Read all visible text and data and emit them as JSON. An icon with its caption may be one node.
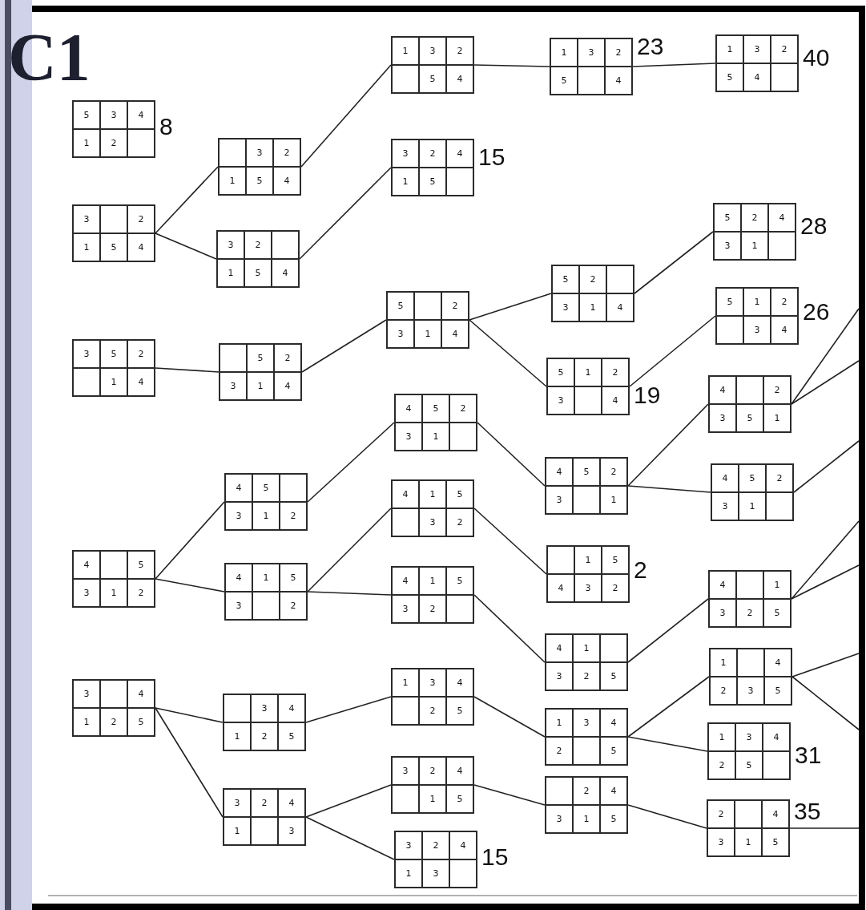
{
  "diagram": {
    "title": "C1",
    "nodes": [
      {
        "text": [],
        "shape": "box",
        "beside": [
          "8"
        ]
      },
      {
        "text": [
          "5"
        ],
        "in": 0
      },
      {
        "text": [
          "3"
        ],
        "in": 0
      },
      {
        "text": [
          "4"
        ],
        "in": 0
      },
      {
        "text": [
          "1"
        ],
        "in": 0
      },
      {
        "text": [
          "2"
        ],
        "in": 0
      },
      {
        "text": [],
        "shape": "box",
        "in": 0
      },
      {
        "text": [],
        "shape": "box"
      },
      {
        "text": [
          "3"
        ],
        "in": 7
      },
      {
        "text": [],
        "shape": "box",
        "in": 7
      },
      {
        "text": [
          "2"
        ],
        "in": 7
      },
      {
        "text": [
          "1"
        ],
        "in": 7
      },
      {
        "text": [
          "5"
        ],
        "in": 7
      },
      {
        "text": [
          "4"
        ],
        "in": 7
      },
      {
        "text": [],
        "shape": "box"
      },
      {
        "text": [
          "3"
        ],
        "in": 14
      },
      {
        "text": [
          "5"
        ],
        "in": 14
      },
      {
        "text": [
          "2"
        ],
        "in": 14
      },
      {
        "text": [],
        "shape": "box",
        "in": 14
      },
      {
        "text": [
          "1"
        ],
        "in": 14
      },
      {
        "text": [
          "4"
        ],
        "in": 14
      },
      {
        "text": [],
        "shape": "box"
      },
      {
        "text": [
          "4"
        ],
        "in": 21
      },
      {
        "text": [],
        "shape": "box",
        "in": 21
      },
      {
        "text": [
          "5"
        ],
        "in": 21
      },
      {
        "text": [
          "3"
        ],
        "in": 21
      },
      {
        "text": [
          "1"
        ],
        "in": 21
      },
      {
        "text": [
          "2"
        ],
        "in": 21
      },
      {
        "text": [],
        "shape": "box"
      },
      {
        "text": [
          "3"
        ],
        "in": 28
      },
      {
        "text": [],
        "shape": "box",
        "in": 28
      },
      {
        "text": [
          "4"
        ],
        "in": 28
      },
      {
        "text": [
          "1"
        ],
        "in": 28
      },
      {
        "text": [
          "2"
        ],
        "in": 28
      },
      {
        "text": [
          "5"
        ],
        "in": 28
      },
      {
        "text": [],
        "shape": "box"
      },
      {
        "text": [],
        "shape": "box",
        "in": 35
      },
      {
        "text": [
          "3"
        ],
        "in": 35
      },
      {
        "text": [
          "2"
        ],
        "in": 35
      },
      {
        "text": [
          "1"
        ],
        "in": 35
      },
      {
        "text": [
          "5"
        ],
        "in": 35
      },
      {
        "text": [
          "4"
        ],
        "in": 35
      },
      {
        "text": [],
        "shape": "box"
      },
      {
        "text": [
          "3"
        ],
        "in": 42
      },
      {
        "text": [
          "2"
        ],
        "in": 42
      },
      {
        "text": [],
        "shape": "box",
        "in": 42
      },
      {
        "text": [
          "1"
        ],
        "in": 42
      },
      {
        "text": [
          "5"
        ],
        "in": 42
      },
      {
        "text": [
          "4"
        ],
        "in": 42
      },
      {
        "text": [],
        "shape": "box"
      },
      {
        "text": [],
        "shape": "box",
        "in": 49
      },
      {
        "text": [
          "5"
        ],
        "in": 49
      },
      {
        "text": [
          "2"
        ],
        "in": 49
      },
      {
        "text": [
          "3"
        ],
        "in": 49
      },
      {
        "text": [
          "1"
        ],
        "in": 49
      },
      {
        "text": [
          "4"
        ],
        "in": 49
      },
      {
        "text": [],
        "shape": "box"
      },
      {
        "text": [
          "4"
        ],
        "in": 56
      },
      {
        "text": [
          "5"
        ],
        "in": 56
      },
      {
        "text": [],
        "shape": "box",
        "in": 56
      },
      {
        "text": [
          "3"
        ],
        "in": 56
      },
      {
        "text": [
          "1"
        ],
        "in": 56
      },
      {
        "text": [
          "2"
        ],
        "in": 56
      },
      {
        "text": [],
        "shape": "box"
      },
      {
        "text": [
          "4"
        ],
        "in": 63
      },
      {
        "text": [
          "1"
        ],
        "in": 63
      },
      {
        "text": [
          "5"
        ],
        "in": 63
      },
      {
        "text": [
          "3"
        ],
        "in": 63
      },
      {
        "text": [],
        "shape": "box",
        "in": 63
      },
      {
        "text": [
          "2"
        ],
        "in": 63
      },
      {
        "text": [],
        "shape": "box"
      },
      {
        "text": [],
        "shape": "box",
        "in": 70
      },
      {
        "text": [
          "3"
        ],
        "in": 70
      },
      {
        "text": [
          "4"
        ],
        "in": 70
      },
      {
        "text": [
          "1"
        ],
        "in": 70
      },
      {
        "text": [
          "2"
        ],
        "in": 70
      },
      {
        "text": [
          "5"
        ],
        "in": 70
      },
      {
        "text": [],
        "shape": "box"
      },
      {
        "text": [
          "3"
        ],
        "in": 77
      },
      {
        "text": [
          "2"
        ],
        "in": 77
      },
      {
        "text": [
          "4"
        ],
        "in": 77
      },
      {
        "text": [
          "1"
        ],
        "in": 77
      },
      {
        "text": [],
        "shape": "box",
        "in": 77
      },
      {
        "text": [
          "3"
        ],
        "in": 77
      },
      {
        "text": [],
        "shape": "box"
      },
      {
        "text": [
          "1"
        ],
        "in": 84
      },
      {
        "text": [
          "3"
        ],
        "in": 84
      },
      {
        "text": [
          "2"
        ],
        "in": 84
      },
      {
        "text": [],
        "shape": "box",
        "in": 84
      },
      {
        "text": [
          "5"
        ],
        "in": 84
      },
      {
        "text": [
          "4"
        ],
        "in": 84
      },
      {
        "text": [],
        "shape": "box",
        "beside": [
          "15"
        ]
      },
      {
        "text": [
          "3"
        ],
        "in": 91
      },
      {
        "text": [
          "2"
        ],
        "in": 91
      },
      {
        "text": [
          "4"
        ],
        "in": 91
      },
      {
        "text": [
          "1"
        ],
        "in": 91
      },
      {
        "text": [
          "5"
        ],
        "in": 91
      },
      {
        "text": [],
        "shape": "box",
        "in": 91
      },
      {
        "text": [],
        "shape": "box"
      },
      {
        "text": [
          "5"
        ],
        "in": 98
      },
      {
        "text": [],
        "shape": "box",
        "in": 98
      },
      {
        "text": [
          "2"
        ],
        "in": 98
      },
      {
        "text": [
          "3"
        ],
        "in": 98
      },
      {
        "text": [
          "1"
        ],
        "in": 98
      },
      {
        "text": [
          "4"
        ],
        "in": 98
      },
      {
        "text": [],
        "shape": "box"
      },
      {
        "text": [
          "4"
        ],
        "in": 105
      },
      {
        "text": [
          "5"
        ],
        "in": 105
      },
      {
        "text": [
          "2"
        ],
        "in": 105
      },
      {
        "text": [
          "3"
        ],
        "in": 105
      },
      {
        "text": [
          "1"
        ],
        "in": 105
      },
      {
        "text": [],
        "shape": "box",
        "in": 105
      },
      {
        "text": [],
        "shape": "box"
      },
      {
        "text": [
          "4"
        ],
        "in": 112
      },
      {
        "text": [
          "1"
        ],
        "in": 112
      },
      {
        "text": [
          "5"
        ],
        "in": 112
      },
      {
        "text": [],
        "shape": "box",
        "in": 112
      },
      {
        "text": [
          "3"
        ],
        "in": 112
      },
      {
        "text": [
          "2"
        ],
        "in": 112
      },
      {
        "text": [],
        "shape": "box"
      },
      {
        "text": [
          "4"
        ],
        "in": 119
      },
      {
        "text": [
          "1"
        ],
        "in": 119
      },
      {
        "text": [
          "5"
        ],
        "in": 119
      },
      {
        "text": [
          "3"
        ],
        "in": 119
      },
      {
        "text": [
          "2"
        ],
        "in": 119
      },
      {
        "text": [],
        "shape": "box",
        "in": 119
      },
      {
        "text": [],
        "shape": "box"
      },
      {
        "text": [
          "1"
        ],
        "in": 126
      },
      {
        "text": [
          "3"
        ],
        "in": 126
      },
      {
        "text": [
          "4"
        ],
        "in": 126
      },
      {
        "text": [],
        "shape": "box",
        "in": 126
      },
      {
        "text": [
          "2"
        ],
        "in": 126
      },
      {
        "text": [
          "5"
        ],
        "in": 126
      },
      {
        "text": [],
        "shape": "box"
      },
      {
        "text": [
          "3"
        ],
        "in": 133
      },
      {
        "text": [
          "2"
        ],
        "in": 133
      },
      {
        "text": [
          "4"
        ],
        "in": 133
      },
      {
        "text": [],
        "shape": "box",
        "in": 133
      },
      {
        "text": [
          "1"
        ],
        "in": 133
      },
      {
        "text": [
          "5"
        ],
        "in": 133
      },
      {
        "text": [],
        "shape": "box",
        "beside": [
          "15"
        ]
      },
      {
        "text": [
          "3"
        ],
        "in": 140
      },
      {
        "text": [
          "2"
        ],
        "in": 140
      },
      {
        "text": [
          "4"
        ],
        "in": 140
      },
      {
        "text": [
          "1"
        ],
        "in": 140
      },
      {
        "text": [
          "3"
        ],
        "in": 140
      },
      {
        "text": [],
        "shape": "box",
        "in": 140
      },
      {
        "text": [],
        "shape": "box",
        "beside": [
          "23"
        ]
      },
      {
        "text": [
          "1"
        ],
        "in": 147
      },
      {
        "text": [
          "3"
        ],
        "in": 147
      },
      {
        "text": [
          "2"
        ],
        "in": 147
      },
      {
        "text": [
          "5"
        ],
        "in": 147
      },
      {
        "text": [],
        "shape": "box",
        "in": 147
      },
      {
        "text": [
          "4"
        ],
        "in": 147
      },
      {
        "text": [],
        "shape": "box"
      },
      {
        "text": [
          "5"
        ],
        "in": 154
      },
      {
        "text": [
          "2"
        ],
        "in": 154
      },
      {
        "text": [],
        "shape": "box",
        "in": 154
      },
      {
        "text": [
          "3"
        ],
        "in": 154
      },
      {
        "text": [
          "1"
        ],
        "in": 154
      },
      {
        "text": [
          "4"
        ],
        "in": 154
      },
      {
        "text": [],
        "shape": "box",
        "beside": [
          "19"
        ]
      },
      {
        "text": [
          "5"
        ],
        "in": 161
      },
      {
        "text": [
          "1"
        ],
        "in": 161
      },
      {
        "text": [
          "2"
        ],
        "in": 161
      },
      {
        "text": [
          "3"
        ],
        "in": 161
      },
      {
        "text": [],
        "shape": "box",
        "in": 161
      },
      {
        "text": [
          "4"
        ],
        "in": 161
      },
      {
        "text": [],
        "shape": "box"
      },
      {
        "text": [
          "4"
        ],
        "in": 168
      },
      {
        "text": [
          "5"
        ],
        "in": 168
      },
      {
        "text": [
          "2"
        ],
        "in": 168
      },
      {
        "text": [
          "3"
        ],
        "in": 168
      },
      {
        "text": [],
        "shape": "box",
        "in": 168
      },
      {
        "text": [
          "1"
        ],
        "in": 168
      },
      {
        "text": [],
        "shape": "box",
        "beside": [
          "2"
        ]
      },
      {
        "text": [],
        "shape": "box",
        "in": 175
      },
      {
        "text": [
          "1"
        ],
        "in": 175
      },
      {
        "text": [
          "5"
        ],
        "in": 175
      },
      {
        "text": [
          "4"
        ],
        "in": 175
      },
      {
        "text": [
          "3"
        ],
        "in": 175
      },
      {
        "text": [
          "2"
        ],
        "in": 175
      },
      {
        "text": [],
        "shape": "box"
      },
      {
        "text": [
          "4"
        ],
        "in": 182
      },
      {
        "text": [
          "1"
        ],
        "in": 182
      },
      {
        "text": [],
        "shape": "box",
        "in": 182
      },
      {
        "text": [
          "3"
        ],
        "in": 182
      },
      {
        "text": [
          "2"
        ],
        "in": 182
      },
      {
        "text": [
          "5"
        ],
        "in": 182
      },
      {
        "text": [],
        "shape": "box"
      },
      {
        "text": [
          "1"
        ],
        "in": 189
      },
      {
        "text": [
          "3"
        ],
        "in": 189
      },
      {
        "text": [
          "4"
        ],
        "in": 189
      },
      {
        "text": [
          "2"
        ],
        "in": 189
      },
      {
        "text": [],
        "shape": "box",
        "in": 189
      },
      {
        "text": [
          "5"
        ],
        "in": 189
      },
      {
        "text": [],
        "shape": "box"
      },
      {
        "text": [],
        "shape": "box",
        "in": 196
      },
      {
        "text": [
          "2"
        ],
        "in": 196
      },
      {
        "text": [
          "4"
        ],
        "in": 196
      },
      {
        "text": [
          "3"
        ],
        "in": 196
      },
      {
        "text": [
          "1"
        ],
        "in": 196
      },
      {
        "text": [
          "5"
        ],
        "in": 196
      },
      {
        "text": [],
        "shape": "box",
        "beside": [
          "40"
        ]
      },
      {
        "text": [
          "1"
        ],
        "in": 203
      },
      {
        "text": [
          "3"
        ],
        "in": 203
      },
      {
        "text": [
          "2"
        ],
        "in": 203
      },
      {
        "text": [
          "5"
        ],
        "in": 203
      },
      {
        "text": [
          "4"
        ],
        "in": 203
      },
      {
        "text": [],
        "shape": "box",
        "in": 203
      },
      {
        "text": [],
        "shape": "box",
        "beside": [
          "28"
        ]
      },
      {
        "text": [
          "5"
        ],
        "in": 210
      },
      {
        "text": [
          "2"
        ],
        "in": 210
      },
      {
        "text": [
          "4"
        ],
        "in": 210
      },
      {
        "text": [
          "3"
        ],
        "in": 210
      },
      {
        "text": [
          "1"
        ],
        "in": 210
      },
      {
        "text": [],
        "shape": "box",
        "in": 210
      },
      {
        "text": [],
        "shape": "box",
        "beside": [
          "26"
        ]
      },
      {
        "text": [
          "5"
        ],
        "in": 217
      },
      {
        "text": [
          "1"
        ],
        "in": 217
      },
      {
        "text": [
          "2"
        ],
        "in": 217
      },
      {
        "text": [],
        "shape": "box",
        "in": 217
      },
      {
        "text": [
          "3"
        ],
        "in": 217
      },
      {
        "text": [
          "4"
        ],
        "in": 217
      },
      {
        "text": [],
        "shape": "box"
      },
      {
        "text": [
          "4"
        ],
        "in": 224
      },
      {
        "text": [],
        "shape": "box",
        "in": 224
      },
      {
        "text": [
          "2"
        ],
        "in": 224
      },
      {
        "text": [
          "3"
        ],
        "in": 224
      },
      {
        "text": [
          "5"
        ],
        "in": 224
      },
      {
        "text": [
          "1"
        ],
        "in": 224
      },
      {
        "text": [],
        "shape": "box"
      },
      {
        "text": [
          "4"
        ],
        "in": 231
      },
      {
        "text": [
          "5"
        ],
        "in": 231
      },
      {
        "text": [
          "2"
        ],
        "in": 231
      },
      {
        "text": [
          "3"
        ],
        "in": 231
      },
      {
        "text": [
          "1"
        ],
        "in": 231
      },
      {
        "text": [],
        "shape": "box",
        "in": 231
      },
      {
        "text": [],
        "shape": "box"
      },
      {
        "text": [
          "4"
        ],
        "in": 238
      },
      {
        "text": [],
        "shape": "box",
        "in": 238
      },
      {
        "text": [
          "1"
        ],
        "in": 238
      },
      {
        "text": [
          "3"
        ],
        "in": 238
      },
      {
        "text": [
          "2"
        ],
        "in": 238
      },
      {
        "text": [
          "5"
        ],
        "in": 238
      },
      {
        "text": [],
        "shape": "box"
      },
      {
        "text": [
          "1"
        ],
        "in": 245
      },
      {
        "text": [],
        "shape": "box",
        "in": 245
      },
      {
        "text": [
          "4"
        ],
        "in": 245
      },
      {
        "text": [
          "2"
        ],
        "in": 245
      },
      {
        "text": [
          "3"
        ],
        "in": 245
      },
      {
        "text": [
          "5"
        ],
        "in": 245
      },
      {
        "text": [],
        "shape": "box",
        "beside": [
          "31"
        ]
      },
      {
        "text": [
          "1"
        ],
        "in": 252
      },
      {
        "text": [
          "3"
        ],
        "in": 252
      },
      {
        "text": [
          "4"
        ],
        "in": 252
      },
      {
        "text": [
          "2"
        ],
        "in": 252
      },
      {
        "text": [
          "5"
        ],
        "in": 252
      },
      {
        "text": [],
        "shape": "box",
        "in": 252
      },
      {
        "text": [],
        "shape": "box",
        "beside": [
          "35"
        ]
      },
      {
        "text": [
          "2"
        ],
        "in": 259
      },
      {
        "text": [],
        "shape": "box",
        "in": 259
      },
      {
        "text": [
          "4"
        ],
        "in": 259
      },
      {
        "text": [
          "3"
        ],
        "in": 259
      },
      {
        "text": [
          "1"
        ],
        "in": 259
      },
      {
        "text": [
          "5"
        ],
        "in": 259
      }
    ],
    "edges": [
      {
        "from": 7,
        "to": 35,
        "arrow": "none"
      },
      {
        "from": 7,
        "to": 42,
        "arrow": "none"
      },
      {
        "from": 14,
        "to": 49,
        "arrow": "none"
      },
      {
        "from": 21,
        "to": 56,
        "arrow": "none"
      },
      {
        "from": 21,
        "to": 63,
        "arrow": "none"
      },
      {
        "from": 28,
        "to": 70,
        "arrow": "none"
      },
      {
        "from": 28,
        "to": 77,
        "arrow": "none"
      },
      {
        "from": 35,
        "to": 84,
        "arrow": "none"
      },
      {
        "from": 42,
        "to": 91,
        "arrow": "none"
      },
      {
        "from": 49,
        "to": 98,
        "arrow": "none"
      },
      {
        "from": 56,
        "to": 105,
        "arrow": "none"
      },
      {
        "from": 63,
        "to": 112,
        "arrow": "none"
      },
      {
        "from": 63,
        "to": 119,
        "arrow": "none"
      },
      {
        "from": 70,
        "to": 126,
        "arrow": "none"
      },
      {
        "from": 77,
        "to": 133,
        "arrow": "none"
      },
      {
        "from": 77,
        "to": 140,
        "arrow": "none"
      },
      {
        "from": 84,
        "to": 147,
        "arrow": "none"
      },
      {
        "from": 98,
        "to": 154,
        "arrow": "none"
      },
      {
        "from": 98,
        "to": 161,
        "arrow": "none"
      },
      {
        "from": 105,
        "to": 168,
        "arrow": "none"
      },
      {
        "from": 112,
        "to": 175,
        "arrow": "none"
      },
      {
        "from": 119,
        "to": 182,
        "arrow": "none"
      },
      {
        "from": 126,
        "to": 189,
        "arrow": "none"
      },
      {
        "from": 133,
        "to": 196,
        "arrow": "none"
      },
      {
        "from": 147,
        "to": 203,
        "arrow": "none"
      },
      {
        "from": 154,
        "to": 210,
        "arrow": "none"
      },
      {
        "from": 161,
        "to": 217,
        "arrow": "none"
      },
      {
        "from": 168,
        "to": 224,
        "arrow": "none"
      },
      {
        "from": 168,
        "to": 231,
        "arrow": "none"
      },
      {
        "from": 182,
        "to": 238,
        "arrow": "none"
      },
      {
        "from": 189,
        "to": 245,
        "arrow": "none"
      },
      {
        "from": 189,
        "to": 252,
        "arrow": "none"
      },
      {
        "from": 196,
        "to": 259,
        "arrow": "none"
      },
      {
        "from": 224,
        "to": null,
        "arrow": "none"
      },
      {
        "from": 224,
        "to": null,
        "arrow": "none"
      },
      {
        "from": 231,
        "to": null,
        "arrow": "none"
      },
      {
        "from": 238,
        "to": null,
        "arrow": "none"
      },
      {
        "from": 238,
        "to": null,
        "arrow": "none"
      },
      {
        "from": 245,
        "to": null,
        "arrow": "none"
      },
      {
        "from": 245,
        "to": null,
        "arrow": "none"
      },
      {
        "from": 259,
        "to": null,
        "arrow": "none"
      }
    ]
  }
}
